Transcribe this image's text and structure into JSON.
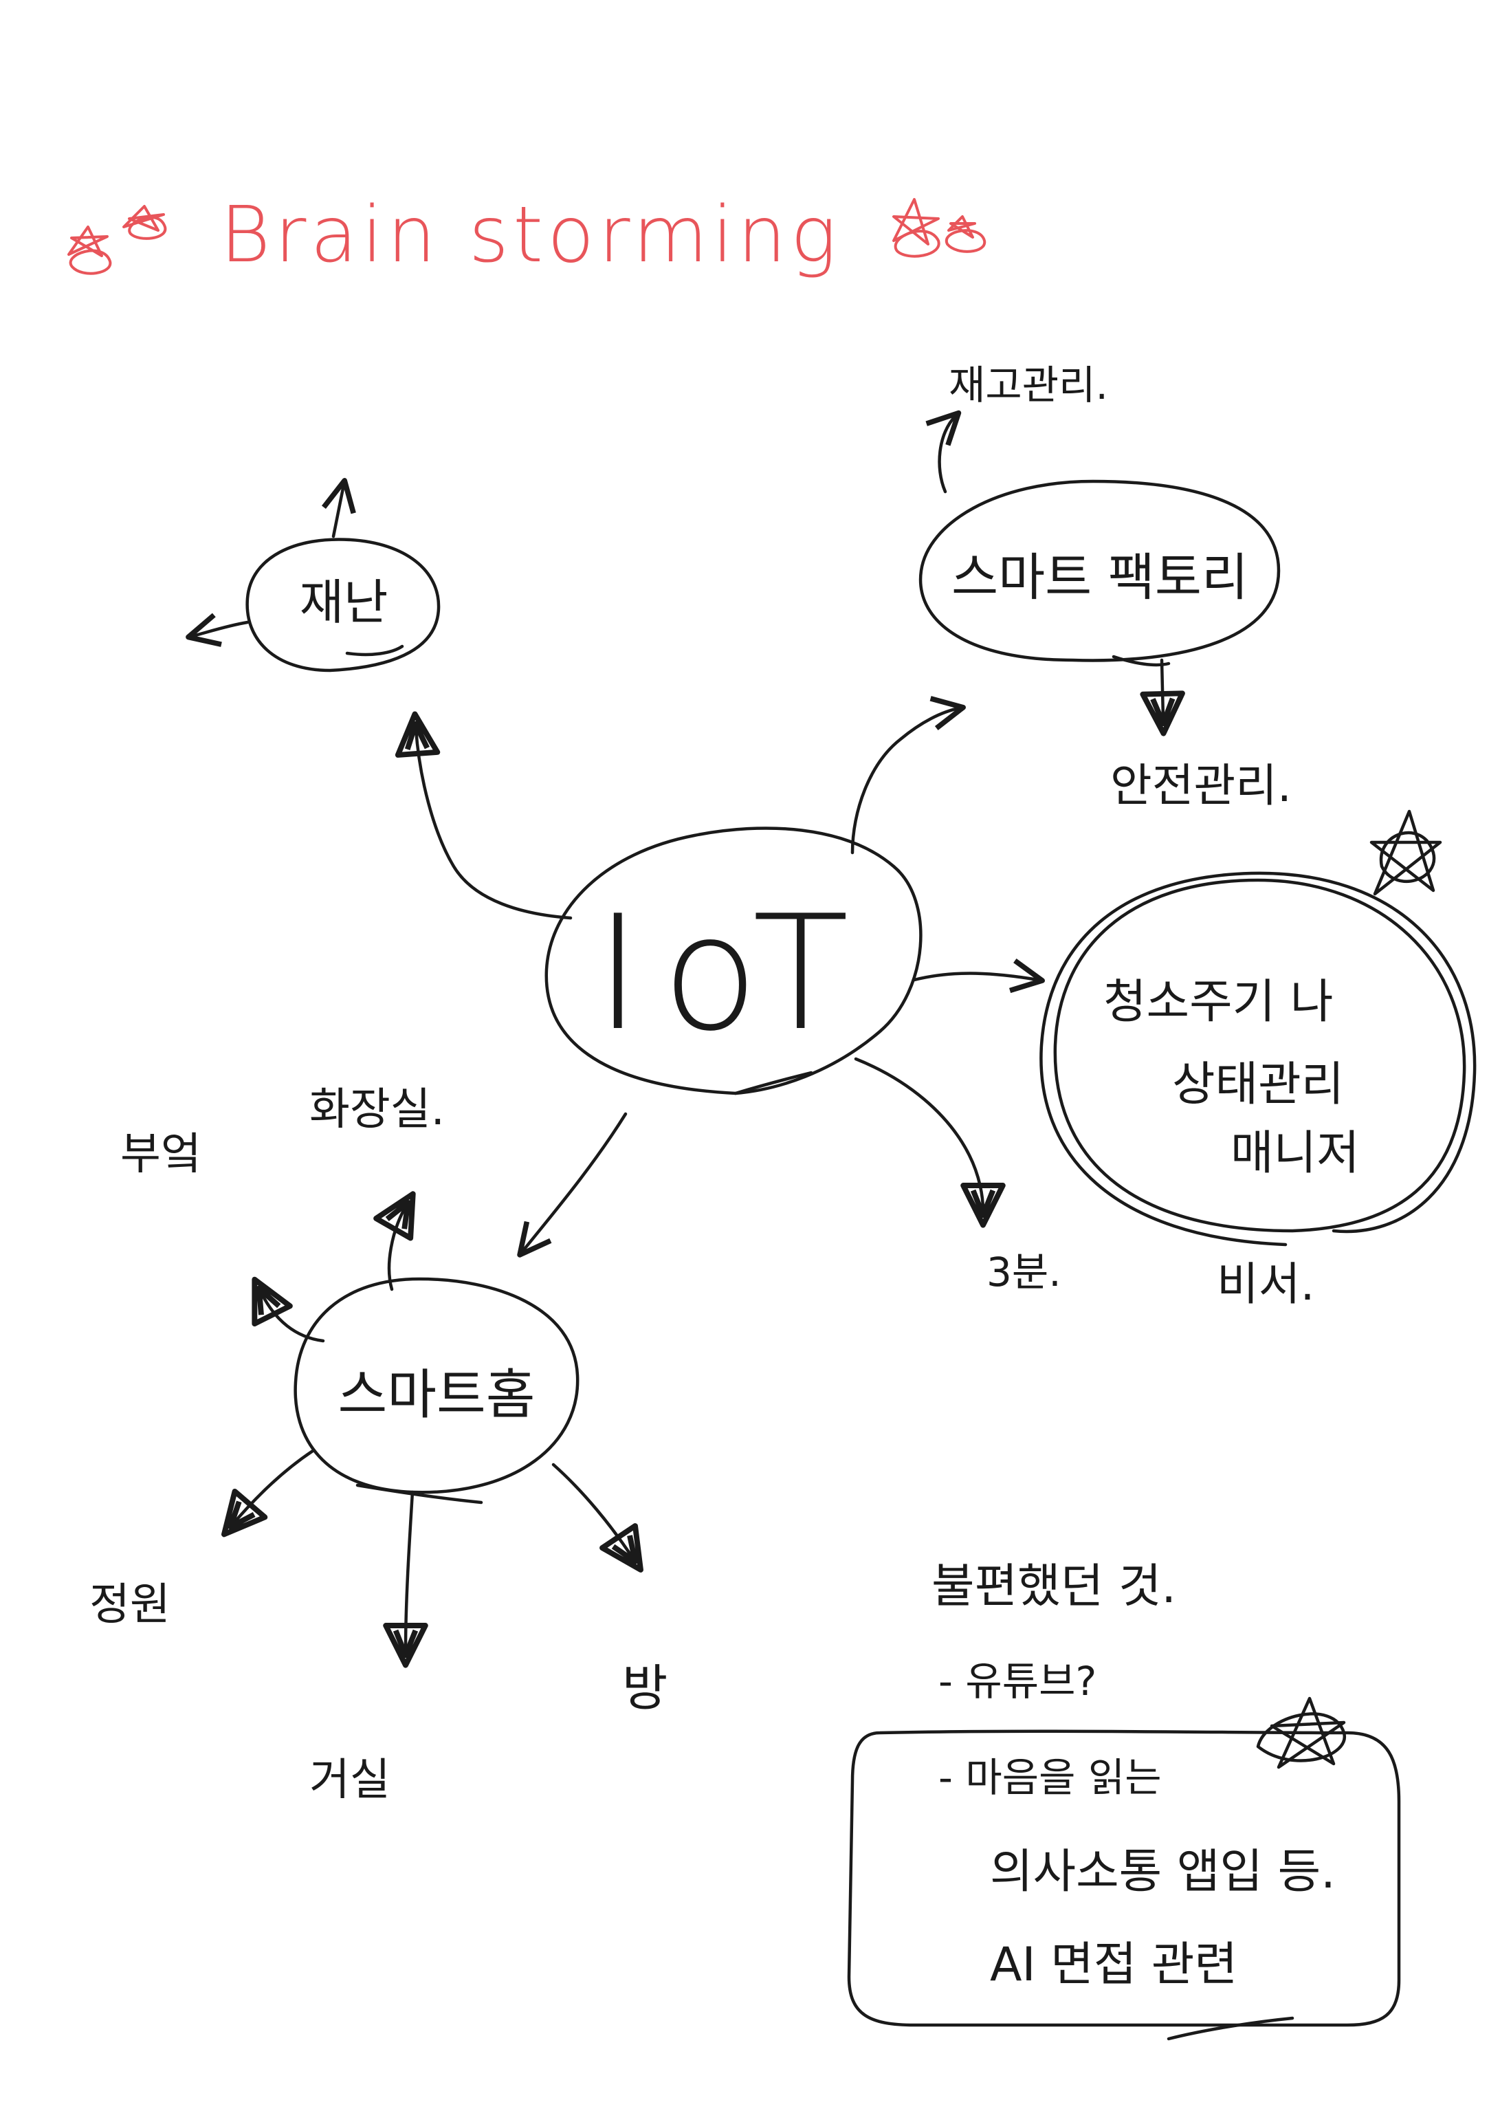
{
  "title": "Brain storming",
  "colors": {
    "title": "#e8555a",
    "ink": "#1a1a1a",
    "background": "#ffffff"
  },
  "center": {
    "label": "IoT"
  },
  "nodes": {
    "disaster": {
      "label": "재난"
    },
    "smart_factory": {
      "label": "스마트 팩토리",
      "children": [
        "재고관리.",
        "안전관리."
      ]
    },
    "cleaning": {
      "lines": [
        "청소주기 나",
        "상태관리",
        "매니저"
      ],
      "children": [
        "비서."
      ]
    },
    "smart_home": {
      "label": "스마트홈",
      "children": [
        "부엌",
        "화장실.",
        "정원",
        "거실",
        "방"
      ]
    },
    "three_min": {
      "label": "3분."
    }
  },
  "notes": {
    "heading": "불편했던 것.",
    "youtube": "- 유튜브?",
    "box_lines": [
      "- 마음을 읽는",
      "의사소통 앱입 등.",
      "AI 면접 관련"
    ]
  },
  "icons": [
    "star-icon"
  ]
}
